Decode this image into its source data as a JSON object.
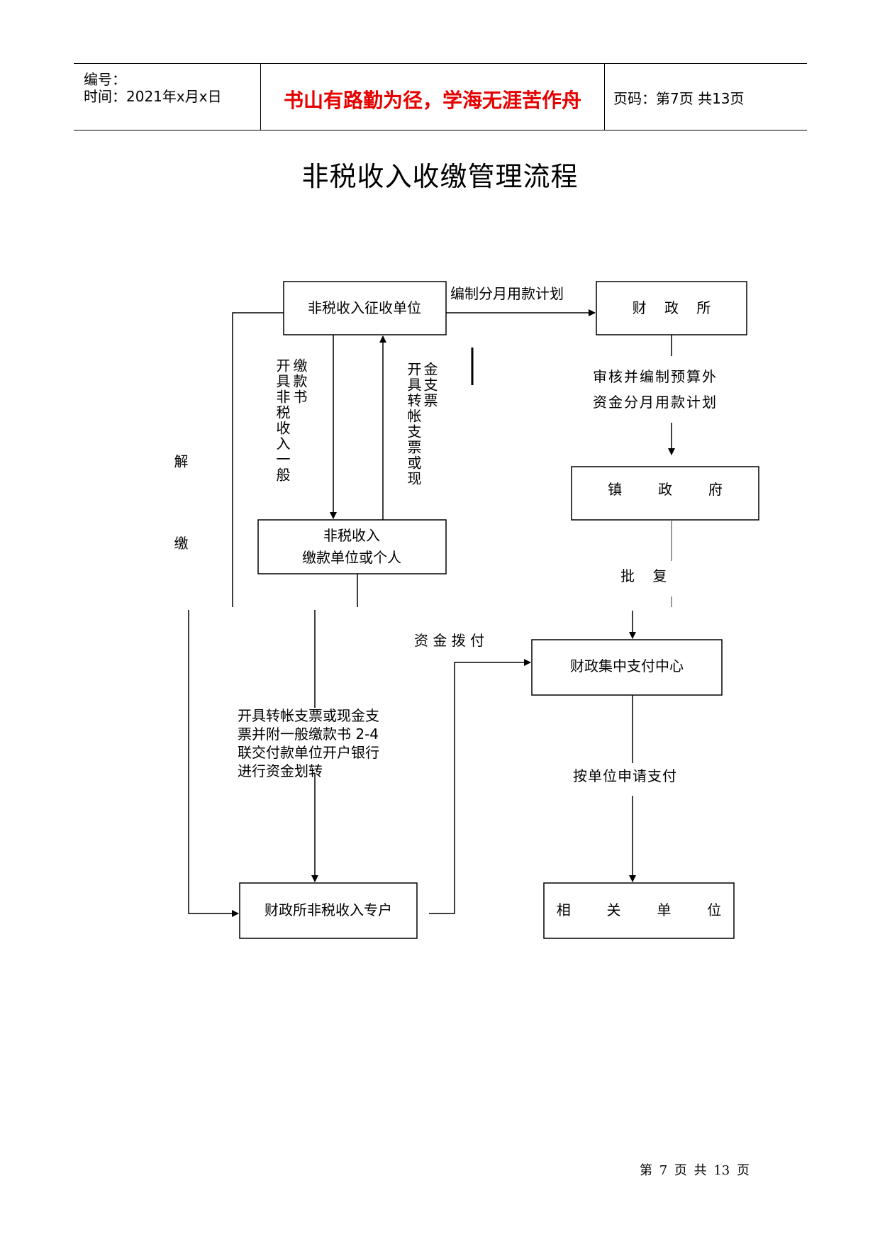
{
  "header": {
    "number_label": "编号：",
    "time_label": "时间：2021年x月x日",
    "motto": "书山有路勤为径，学海无涯苦作舟",
    "page_label": "页码：第7页  共13页"
  },
  "title": "非税收入收缴管理流程",
  "nodes": {
    "collector": "非税收入征收单位",
    "finance_office": "财    政    所",
    "payer_line1": "非税收入",
    "payer_line2": "缴款单位或个人",
    "town_gov": "镇        政        府",
    "central_payment": "财政集中支付中心",
    "special_account": "财政所非税收入专户",
    "related_unit": "相        关        单        位"
  },
  "labels": {
    "monthly_plan": "编制分月用款计划",
    "issue_general_bill_col1": "开具非税收入一般",
    "issue_general_bill_col2": "缴款书",
    "issue_cheque_col1": "开具转帐支票或现",
    "issue_cheque_col2": "金支票",
    "review_line1": "审核并编制预算外",
    "review_line2": "资金分月用款计划",
    "approval": "批    复",
    "fund_allocation": "资 金 拨 付",
    "remit": "解    缴",
    "transfer_line1": "开具转帐支票或现金支",
    "transfer_line2": "票并附一般缴款书 2-4",
    "transfer_line3": "联交付款单位开户银行",
    "transfer_line4": "进行资金划转",
    "pay_by_request": "按单位申请支付"
  },
  "footer": "第 7 页 共 13 页"
}
